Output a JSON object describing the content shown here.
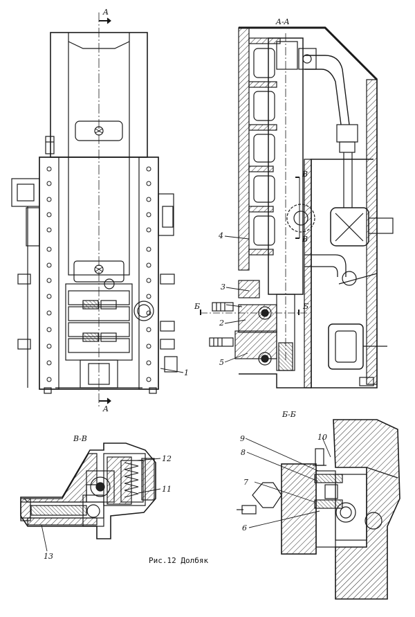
{
  "caption": "Рис.12 Долбяк",
  "section_labels": {
    "aa_top_left": "A",
    "aa_bottom_left": "A",
    "aa_title": "A-A",
    "bb_left": "Б",
    "bb_right": "Б",
    "bb_title": "Б-Б",
    "vv_upper": "В",
    "vv_lower": "В",
    "vv_title": "В-В"
  },
  "callouts": [
    "1",
    "2",
    "3",
    "4",
    "5",
    "6",
    "7",
    "8",
    "9",
    "10",
    "11",
    "12",
    "13"
  ]
}
